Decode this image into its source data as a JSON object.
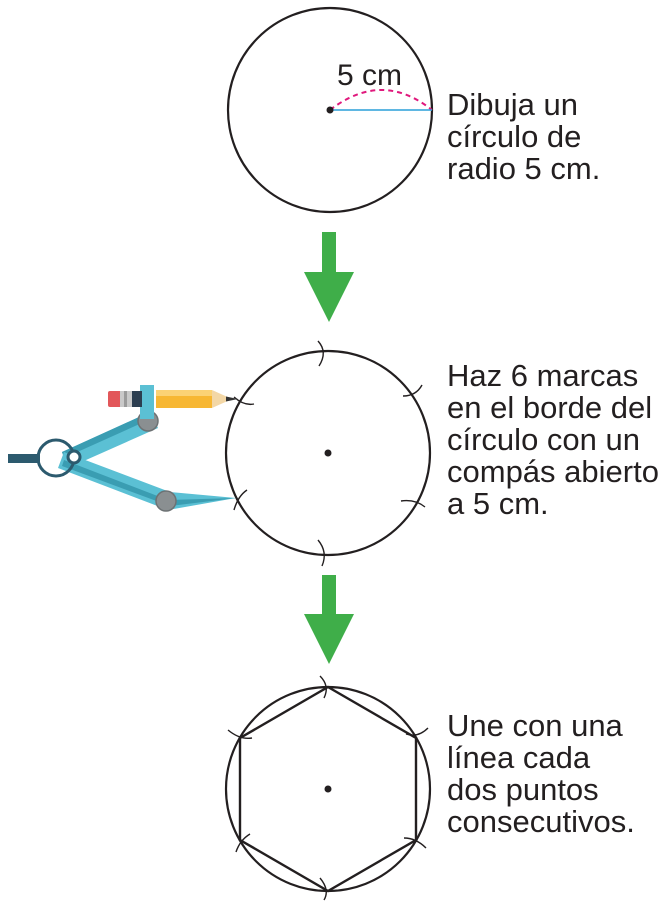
{
  "steps": [
    {
      "lines": [
        "Dibuja un",
        "círculo de",
        "radio 5 cm."
      ],
      "radius_label": "5 cm"
    },
    {
      "lines": [
        "Haz 6 marcas",
        "en el borde del",
        "círculo con un",
        "compás abierto",
        "a 5 cm."
      ]
    },
    {
      "lines": [
        "Une con una",
        "línea cada",
        "dos puntos",
        "consecutivos."
      ]
    }
  ],
  "colors": {
    "stroke": "#231f20",
    "arrow": "#3fae49",
    "radius_line": "#2a9fd8",
    "arc_dashed": "#e0197d",
    "compass_arm": "#5bc0d4",
    "compass_dark": "#2c5a6e",
    "compass_joint": "#8a8f91",
    "pencil_body": "#f7b733",
    "pencil_eraser": "#e2575a"
  },
  "icons": {
    "arrow": "arrow-down-icon",
    "compass": "compass-icon",
    "pencil": "pencil-icon"
  }
}
